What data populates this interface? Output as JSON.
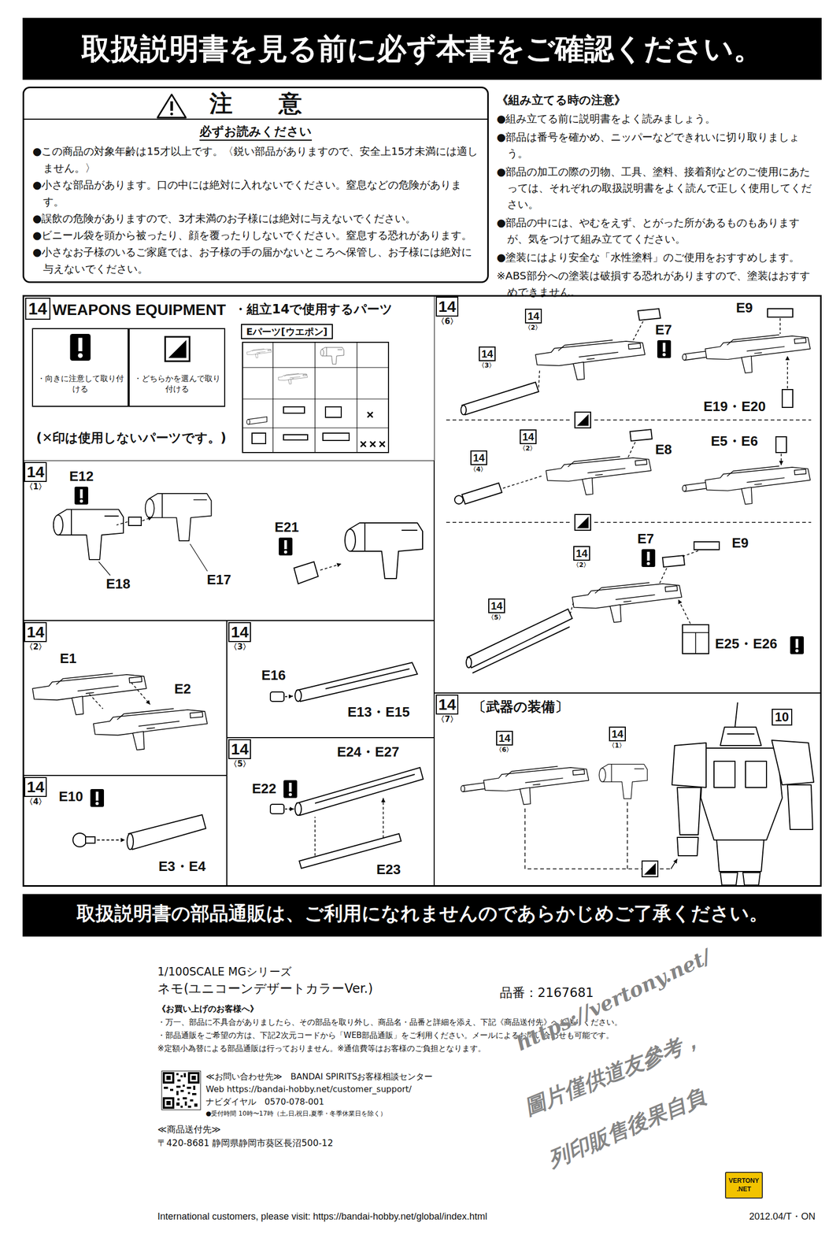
{
  "diagram": {
    "title": "取扱説明書を見る前に必ず本書をご確認ください。",
    "nodes": [
      {
        "text": [
          "注　意",
          "必ずお読みください",
          "●この商品の対象年齢は15才以上です。〈鋭い部品がありますので、安全上15才未満には適しません。〉",
          "●小さな部品があります。口の中には絶対に入れないでください。窒息などの危険があります。",
          "●誤飲の危険がありますので、3才未満のお子様には絶対に与えないでください。",
          "●ビニール袋を頭から被ったり、顔を覆ったりしないでください。窒息する恐れがあります。",
          "●小さなお子様のいるご家庭では、お子様の手の届かないところへ保管し、お子様には絶対に与えないでください。"
        ]
      },
      {
        "text": [
          "14",
          "WEAPONS EQUIPMENT",
          "・組立14で使用するパーツ",
          "(✕印は使用しないパーツです。)"
        ]
      },
      {
        "text": [
          "・向きに注意して取り付ける"
        ],
        "in": 1
      },
      {
        "text": [
          "・どちらかを選んで取り付ける"
        ],
        "in": 1
      },
      {
        "text": [
          "Eパーツ[ウエポン]"
        ],
        "in": 1
      },
      {
        "text": [
          "14",
          "〈1〉"
        ],
        "in": 1
      },
      {
        "text": [
          "14",
          "〈2〉"
        ],
        "in": 1
      },
      {
        "text": [
          "14",
          "〈3〉"
        ],
        "in": 1
      },
      {
        "text": [
          "14",
          "〈4〉"
        ],
        "in": 1
      },
      {
        "text": [
          "14",
          "〈5〉"
        ],
        "in": 1
      },
      {
        "text": [
          "14",
          "〈6〉"
        ],
        "in": 1
      },
      {
        "text": [
          "14",
          "〈7〉",
          "〔武器の装備〕"
        ],
        "in": 1
      },
      {
        "text": [
          "取扱説明書の部品通販は、ご利用になれませんのであらかじめご了承ください。"
        ]
      },
      {
        "text": [
          "VERTONY",
          ".NET"
        ]
      }
    ],
    "labels": [
      "《組み立てる時の注意》",
      "●組み立てる前に説明書をよく読みましょう。",
      "●部品は番号を確かめ、ニッパーなどできれいに切り取りましょう。",
      "●部品の加工の際の刃物、工具、塗料、接着剤などのご使用にあたっては、それぞれの取扱説明書をよく読んで正しく使用してください。",
      "●部品の中には、やむをえず、とがった所があるものもありますが、気をつけて組み立ててください。",
      "●塗装にはより安全な「水性塗料」のご使用をおすすめします。",
      "※ABS部分への塗装は破損する恐れがありますので、塗装はおすすめできません。",
      "E12",
      "E17",
      "E18",
      "E21",
      "E1",
      "E2",
      "E16",
      "E13・E15",
      "E10",
      "E3・E4",
      "E22",
      "E24・E27",
      "E23",
      "14",
      "〈2〉",
      "14",
      "〈3〉",
      "E7",
      "E9",
      "E19・E20",
      "14",
      "〈2〉",
      "14",
      "〈4〉",
      "E8",
      "E5・E6",
      "14",
      "〈2〉",
      "14",
      "〈5〉",
      "E7",
      "E9",
      "E25・E26",
      "14",
      "〈6〉",
      "14",
      "〈1〉",
      "10",
      "1/100SCALE MGシリーズ",
      "ネモ(ユニコーンデザートカラーVer.)",
      "品番：2167681",
      "《お買い上げのお客様へ》",
      "・万一、部品に不具合がありましたら、その部品を取り外し、商品名・品番と詳細を添え、下記《商品送付先》へお送りください。",
      "・部品通販をご希望の方は、下記2次元コードから「WEB部品通販」をご利用ください。メールによるお問い合わせも可能です。",
      "※定額小為替による部品通販は行っておりません。※通信費等はお客様のご負担となります。",
      "≪お問い合わせ先≫　BANDAI SPIRITSお客様相談センター",
      "Web https://bandai-hobby.net/customer_support/",
      "ナビダイヤル　0570-078-001",
      "●受付時間 10時〜17時（土,日,祝日,夏季・冬季休業日を除く）",
      "≪商品送付先≫",
      "〒420-8681 静岡県静岡市葵区長沼500-12",
      "International customers, please visit: https://bandai-hobby.net/global/index.html",
      "2012.04/T・ON",
      "https://vertony.net/",
      "圖片僅供道友參考，",
      "列印販售後果自負"
    ]
  }
}
